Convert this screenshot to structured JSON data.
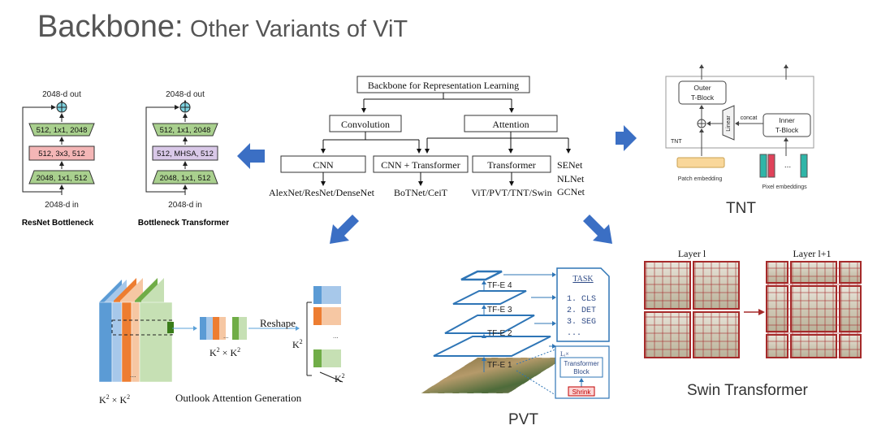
{
  "title": {
    "main": "Backbone:",
    "sub": "Other Variants of ViT"
  },
  "resnet": {
    "out": "2048-d out",
    "in": "2048-d in",
    "layers": [
      "512, 1x1, 2048",
      "512, 3x3, 512",
      "2048, 1x1, 512"
    ],
    "caption": "ResNet Bottleneck"
  },
  "bot": {
    "out": "2048-d out",
    "in": "2048-d in",
    "layers": [
      "512, 1x1, 2048",
      "512, MHSA, 512",
      "2048, 1x1, 512"
    ],
    "caption": "Bottleneck Transformer"
  },
  "tree": {
    "root": "Backbone for Representation Learning",
    "convolution": "Convolution",
    "attention": "Attention",
    "cnn": "CNN",
    "cnn_transformer": "CNN + Transformer",
    "transformer": "Transformer",
    "cnn_examples": "AlexNet/ResNet/DenseNet",
    "hybrid_examples": "BoTNet/CeiT",
    "transformer_examples": "ViT/PVT/TNT/Swin",
    "attn_nets": [
      "SENet",
      "NLNet",
      "GCNet"
    ]
  },
  "tnt": {
    "outer": [
      "Outer",
      "T-Block"
    ],
    "inner": [
      "Inner",
      "T-Block"
    ],
    "linear": "Linear",
    "concat": "concat",
    "tnt_label": "TNT",
    "patch": "Patch embedding",
    "pixel": "Pixel embeddings",
    "dots": "...",
    "caption": "TNT"
  },
  "outlook": {
    "reshape": "Reshape",
    "k2": "K",
    "k2_sup": "2",
    "kxk_a": "K",
    "kxk_times": " × K",
    "dots": "...",
    "caption": "Outlook Attention Generation"
  },
  "pvt": {
    "stages": [
      "TF-E 4",
      "TF-E 3",
      "TF-E 2",
      "TF-E 1"
    ],
    "task_title": "TASK",
    "tasks": [
      "1. CLS",
      "2. DET",
      "3. SEG",
      "..."
    ],
    "li": "Lᵢ×",
    "block": [
      "Transformer",
      "Block"
    ],
    "shrink": "Shrink",
    "caption": "PVT"
  },
  "swin": {
    "layer_l": "Layer l",
    "layer_l1": "Layer l+1",
    "caption": "Swin Transformer"
  },
  "colors": {
    "arrow_blue": "#3b6fc4",
    "green_block": "#a9d08e",
    "red_block": "#f4b6b6",
    "purple_block": "#d9c8e8",
    "grid_red": "#a52a2a",
    "cyan_plus": "#7fd3e0"
  }
}
